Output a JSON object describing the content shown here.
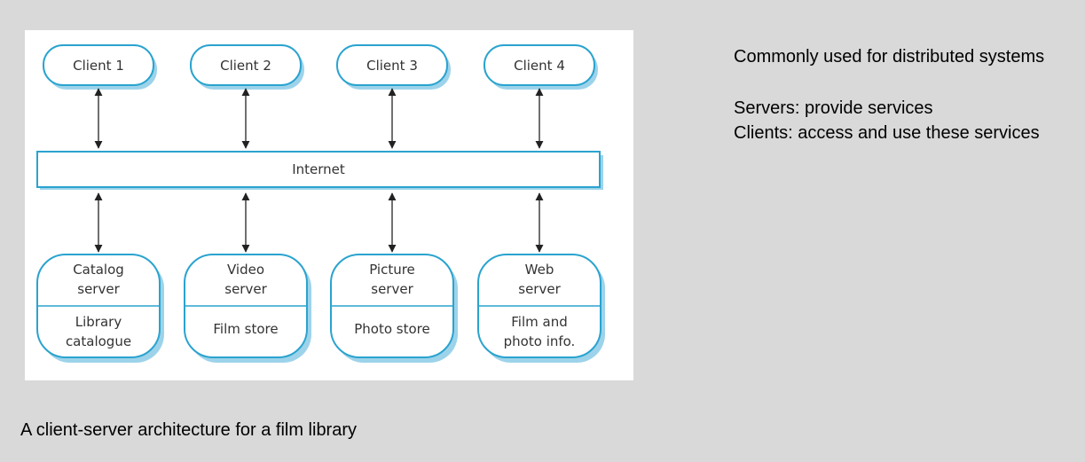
{
  "diagram": {
    "clients": [
      "Client 1",
      "Client 2",
      "Client 3",
      "Client 4"
    ],
    "network": "Internet",
    "servers": [
      {
        "name": [
          "Catalog",
          "server"
        ],
        "store": [
          "Library",
          "catalogue"
        ]
      },
      {
        "name": [
          "Video",
          "server"
        ],
        "store": [
          "Film store"
        ]
      },
      {
        "name": [
          "Picture",
          "server"
        ],
        "store": [
          "Photo store"
        ]
      },
      {
        "name": [
          "Web",
          "server"
        ],
        "store": [
          "Film and",
          "photo info."
        ]
      }
    ],
    "colors": {
      "border": "#2aa3cf",
      "shadow": "#9dd3ea",
      "text": "#333333",
      "arrow": "#222222"
    }
  },
  "notes": {
    "line1": "Commonly used for distributed systems",
    "line2": "Servers: provide services",
    "line3": "Clients: access and use these services"
  },
  "caption": "A client-server architecture for a film library"
}
